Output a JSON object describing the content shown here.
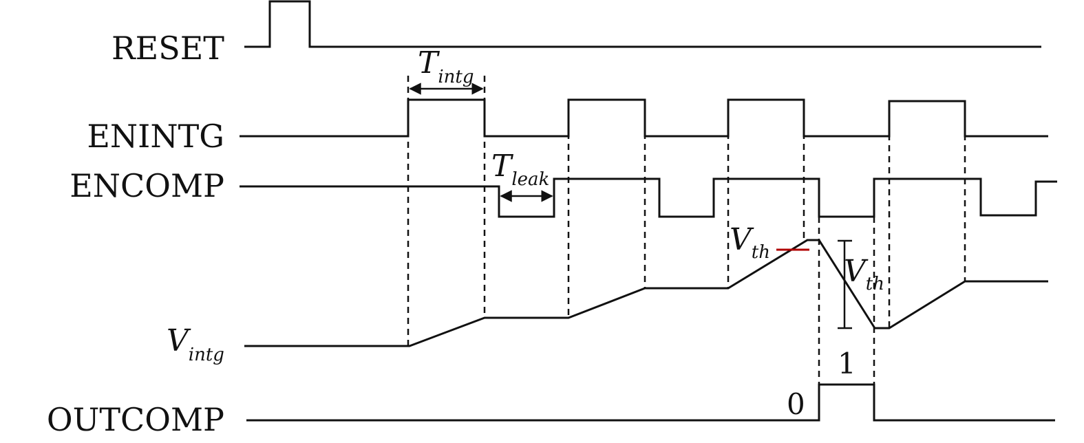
{
  "signals": {
    "reset": "RESET",
    "enintg": "ENINTG",
    "encomp": "ENCOMP",
    "vintg_symbol": "V",
    "vintg_sub": "intg",
    "outcomp": "OUTCOMP"
  },
  "annotations": {
    "t_intg_symbol": "T",
    "t_intg_sub": "intg",
    "t_leak_symbol": "T",
    "t_leak_sub": "leak",
    "vth_symbol": "V",
    "vth_sub": "th",
    "vth2_symbol": "V",
    "vth2_sub": "th",
    "out_zero": "0",
    "out_one": "1"
  },
  "colors": {
    "line": "#111111",
    "threshold_marker": "#b00000"
  }
}
